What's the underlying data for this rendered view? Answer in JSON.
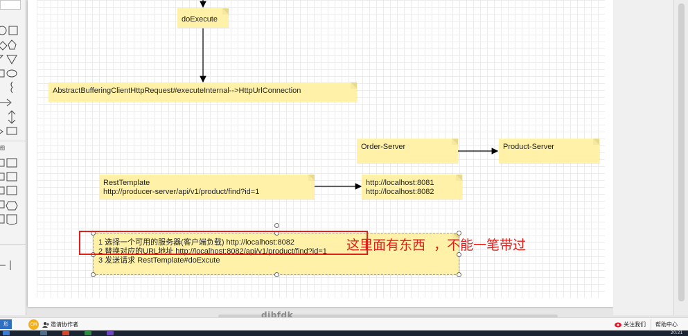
{
  "diagram": {
    "nodes": {
      "do_execute": "doExecute",
      "abstract_request": "AbstractBufferingClientHttpRequest#executeInternal-->HttpUrlConnection",
      "order_server": "Order-Server",
      "product_server": "Product-Server",
      "rest_template": [
        "RestTemplate",
        "http://producer-server/api/v1/product/find?id=1"
      ],
      "localhost_list": [
        "http://localhost:8081",
        "http://localhost:8082"
      ],
      "steps": [
        "1 选择一个可用的服务器(客户端负载) http://localhost:8082",
        "2 替换对应的URL地址   http://localhost:8082/api/v1/product/find?id=1",
        "3 发送请求  RestTemplate#doExcute"
      ]
    },
    "annotation": "这里面有东西  ，不能一笔带过"
  },
  "palette": {
    "section_label": "图"
  },
  "bottom_bar": {
    "left_button": "形",
    "avatar_text": "CM",
    "invite_label": "邀请协作者",
    "follow_label": "关注我们",
    "help_label": "帮助中心"
  },
  "watermark": "djbfdk",
  "clock": "20:21",
  "colors": {
    "note_fill": "#fff2a8",
    "annotation_red": "#e0201a",
    "canvas_grid": "#ececec"
  }
}
